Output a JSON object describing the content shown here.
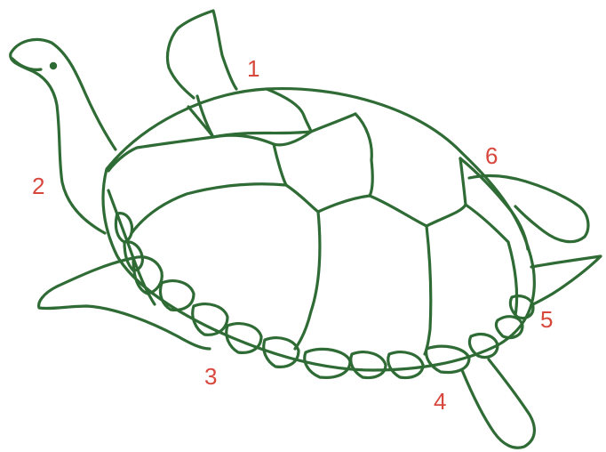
{
  "colors": {
    "outline": "#2f6b35",
    "label": "#d8473c",
    "background": "#ffffff"
  },
  "labels": [
    {
      "id": "1",
      "text": "1"
    },
    {
      "id": "2",
      "text": "2"
    },
    {
      "id": "3",
      "text": "3"
    },
    {
      "id": "4",
      "text": "4"
    },
    {
      "id": "5",
      "text": "5"
    },
    {
      "id": "6",
      "text": "6"
    }
  ]
}
